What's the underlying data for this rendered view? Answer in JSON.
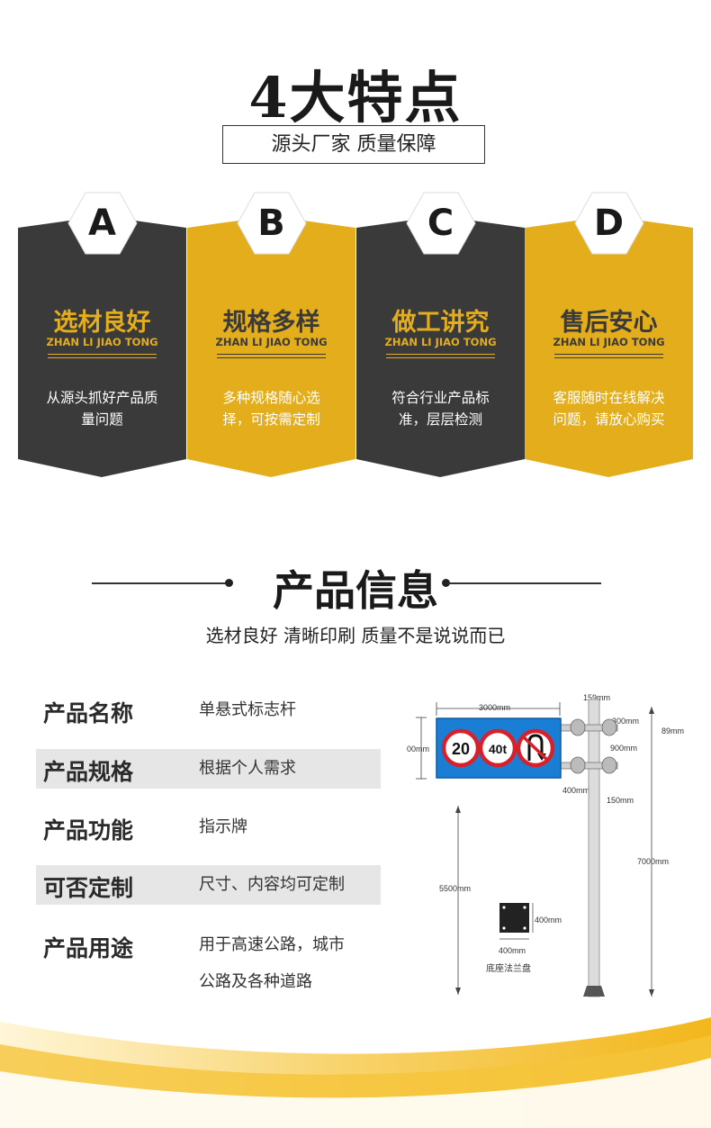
{
  "header": {
    "title": "4大特点",
    "subtitle": "源头厂家  质量保障"
  },
  "features": [
    {
      "letter": "A",
      "title": "选材良好",
      "en": "ZHAN LI JIAO TONG",
      "desc": [
        "从源头抓好产品质",
        "量问题"
      ]
    },
    {
      "letter": "B",
      "title": "规格多样",
      "en": "ZHAN LI JIAO TONG",
      "desc": [
        "多种规格随心选",
        "择，可按需定制"
      ]
    },
    {
      "letter": "C",
      "title": "做工讲究",
      "en": "ZHAN LI JIAO TONG",
      "desc": [
        "符合行业产品标",
        "准，层层检测"
      ]
    },
    {
      "letter": "D",
      "title": "售后安心",
      "en": "ZHAN LI JIAO TONG",
      "desc": [
        "客服随时在线解决",
        "问题，请放心购买"
      ]
    }
  ],
  "product_info": {
    "title": "产品信息",
    "subtitle": "选材良好  清晰印刷  质量不是说说而已",
    "rows": [
      {
        "label": "产品名称",
        "value": [
          "单悬式标志杆"
        ]
      },
      {
        "label": "产品规格",
        "value": [
          "根据个人需求"
        ]
      },
      {
        "label": "产品功能",
        "value": [
          "指示牌"
        ]
      },
      {
        "label": "可否定制",
        "value": [
          "尺寸、内容均可定制"
        ]
      },
      {
        "label": "产品用途",
        "value": [
          "用于高速公路，城市",
          "公路及各种道路"
        ]
      }
    ]
  },
  "diagram": {
    "dim_width": "3000mm",
    "dim_pole_dia": "159mm",
    "dim_arm_gap": "300mm",
    "dim_arm_dia": "89mm",
    "dim_sign_h": "00mm",
    "dim_arm_spacing": "900mm",
    "dim_sign_bottom": "400mm",
    "dim_arm_len": "150mm",
    "dim_total_h": "7000mm",
    "dim_clear_h": "5500mm",
    "dim_base_h": "400mm",
    "dim_base_w": "400mm",
    "base_label": "底座法兰盘",
    "signs": [
      "20",
      "40t"
    ]
  },
  "colors": {
    "dark": "#3a3a3a",
    "gold": "#e3ad1b",
    "sign_blue": "#1a7fd4",
    "sign_red": "#d8202a"
  }
}
